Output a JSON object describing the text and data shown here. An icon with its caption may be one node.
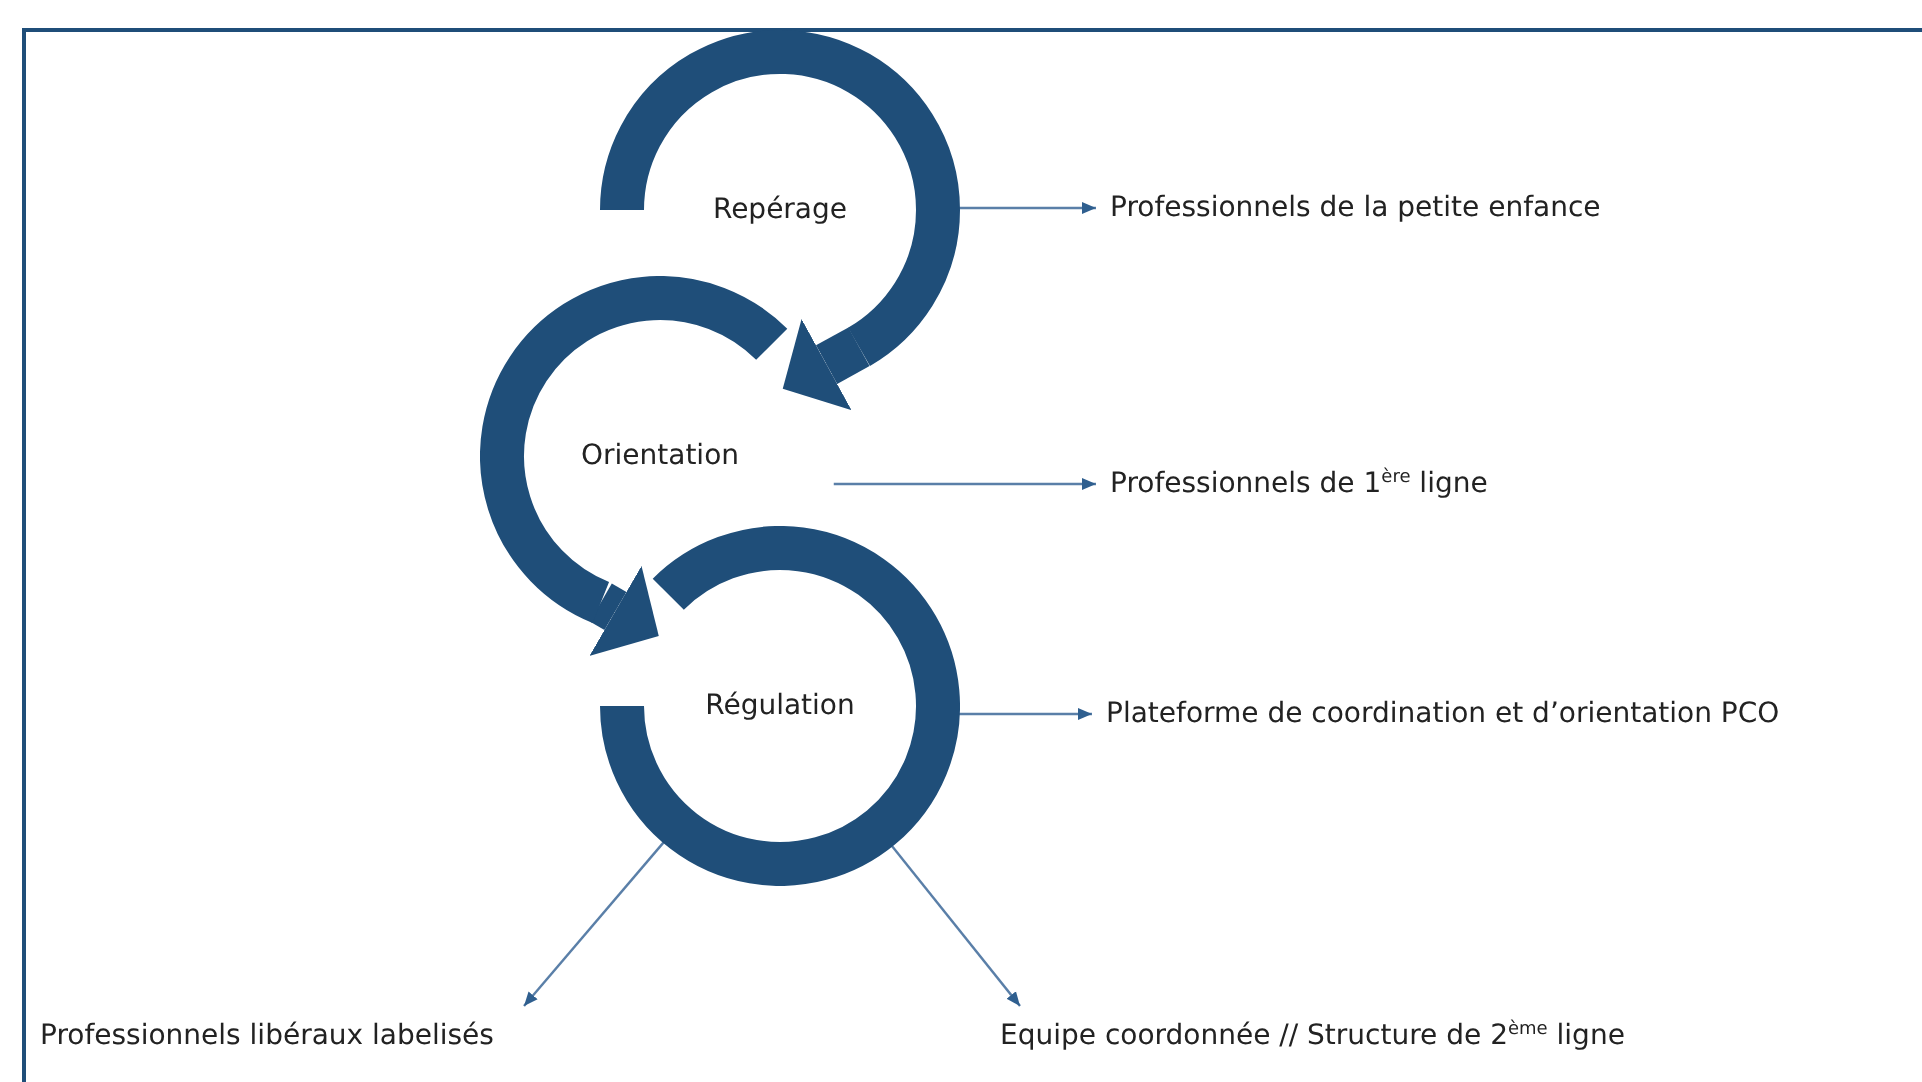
{
  "diagram": {
    "nodes": [
      {
        "text": [
          "Repérage"
        ]
      },
      {
        "text": [
          "Orientation"
        ]
      },
      {
        "text": [
          "Régulation"
        ]
      },
      {
        "text": [
          "Professionnels de la petite enfance"
        ]
      },
      {
        "text": [
          "Professionnels de 1$^{ère}$ ligne"
        ]
      },
      {
        "text": [
          "Plateforme de coordination et d’orientation PCO"
        ]
      },
      {
        "text": [
          "Professionnels libéraux labelisés"
        ]
      },
      {
        "text": [
          "Equipe coordonnée // Structure de 2$^{ème}$ ligne"
        ]
      }
    ],
    "edges": [
      {
        "from": 0,
        "to": 1,
        "arrow": "to",
        "style": "thick",
        "color": "#1f4e79"
      },
      {
        "from": 1,
        "to": 2,
        "arrow": "to",
        "style": "thick",
        "color": "#1f4e79"
      },
      {
        "from": 0,
        "to": 3,
        "arrow": "to"
      },
      {
        "from": 1,
        "to": 4,
        "arrow": "to"
      },
      {
        "from": 2,
        "to": 5,
        "arrow": "to"
      },
      {
        "from": 2,
        "to": 6,
        "arrow": "to"
      },
      {
        "from": 2,
        "to": 7,
        "arrow": "to"
      }
    ]
  }
}
